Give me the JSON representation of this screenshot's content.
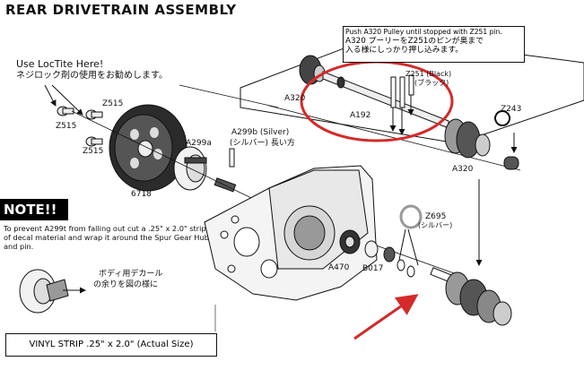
{
  "title": "REAR DRIVETRAIN ASSEMBLY",
  "loctite": {
    "en": "Use LocTite Here!",
    "jp": "ネジロック剤の使用をお勧めします。"
  },
  "callout": {
    "line1": "Push A320 Pulley until stopped with Z251 pin.",
    "line2": "A320 プーリーをZ251のピンが奥まで",
    "line3": "入る様にしっかり押し込みます。"
  },
  "part_labels": {
    "z515_a": "Z515",
    "z515_b": "Z515",
    "z515_c": "Z515",
    "a299a": "A299a",
    "a299b": "A299b (Silver)",
    "a299b_jp": "(シルバー) 長い方",
    "p6718": "6718",
    "a320_top": "A320",
    "a192": "A192",
    "z251": "Z251 (Black)",
    "z251_jp": "(ブラック)",
    "z243": "Z243",
    "a320_right": "A320",
    "z695": "Z695",
    "z695_jp": "(シルバー)",
    "a470": "A470",
    "b017": "B017"
  },
  "note": {
    "heading": "NOTE!!",
    "text": "To prevent A299t from falling out cut a .25\" x 2.0\" strip of decal material and wrap it around the Spur Gear Hub and pin.",
    "jp1": "ボディ用デカール",
    "jp2": "の余りを図の様に"
  },
  "vinyl_strip": "VINYL STRIP .25\" x 2.0\" (Actual Size)",
  "colors": {
    "highlight": "#d42a2a",
    "ink": "#111111"
  }
}
